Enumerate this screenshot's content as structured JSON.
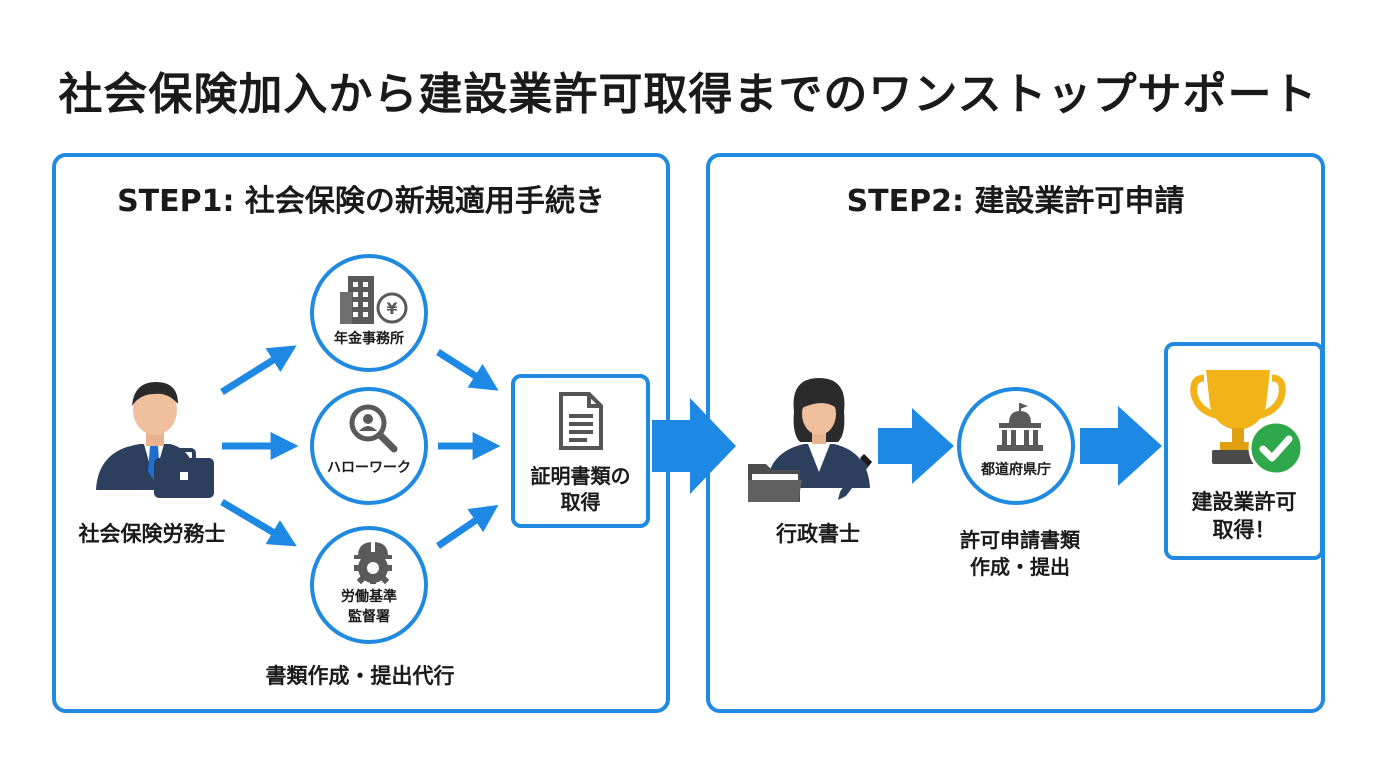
{
  "title": "社会保険加入から建設業許可取得までのワンストップサポート",
  "step1": {
    "title": "STEP1: 社会保険の新規適用手続き",
    "person_label": "社会保険労務士",
    "offices": [
      "年金事務所",
      "ハローワーク",
      "労働基準監督署"
    ],
    "office3_lines": [
      "労働基準",
      "監督署"
    ],
    "doc_box_lines": [
      "証明書類の",
      "取得"
    ],
    "footer": "書類作成・提出代行"
  },
  "step2": {
    "title": "STEP2: 建設業許可申請",
    "person_label": "行政書士",
    "office": "都道府県庁",
    "application_lines": [
      "許可申請書類",
      "作成・提出"
    ],
    "result_lines": [
      "建設業許可",
      "取得！"
    ]
  },
  "colors": {
    "accent_blue": "#1f8ae0",
    "arrow_blue": "#1e88e5",
    "trophy_gold": "#f2b318",
    "check_green": "#2ea84a",
    "icon_gray": "#555555"
  },
  "icons": [
    "businessman-icon",
    "briefcase-icon",
    "office-building-yen-icon",
    "person-search-icon",
    "hardhat-gear-icon",
    "document-icon",
    "businesswoman-icon",
    "folder-icon",
    "pen-icon",
    "government-building-icon",
    "trophy-icon",
    "checkmark-icon"
  ]
}
